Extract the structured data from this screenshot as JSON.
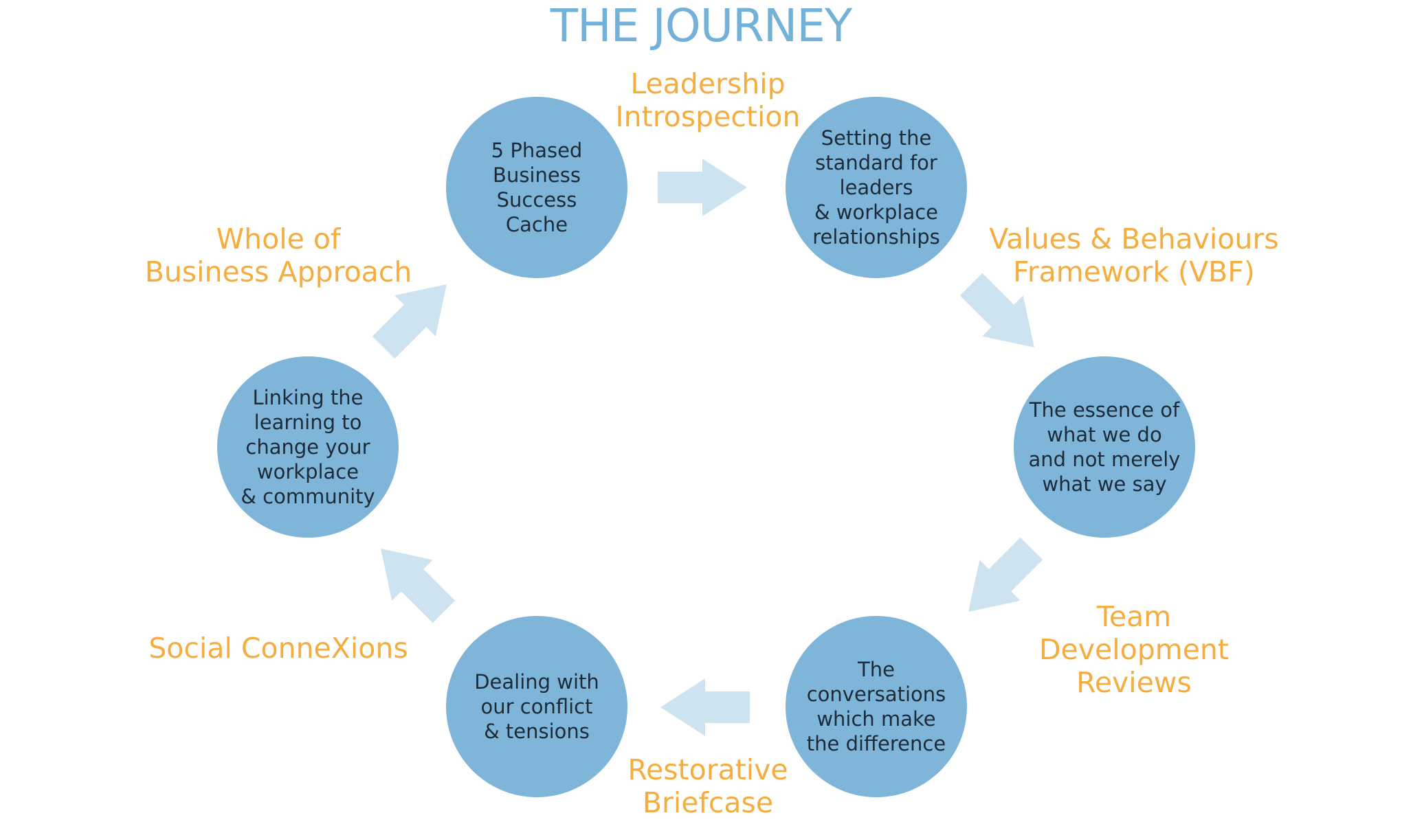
{
  "title": "THE JOURNEY",
  "colors": {
    "title": "#74b1d8",
    "circle_fill": "#7fb5d8",
    "circle_text": "#1b2b3a",
    "phase_label": "#f5ad3f",
    "arrow": "#cde3f0"
  },
  "circles": [
    {
      "text": "5 Phased\nBusiness Success\nCache"
    },
    {
      "text": "Setting the\nstandard for\nleaders\n& workplace\nrelationships"
    },
    {
      "text": "The essence of\nwhat we do\nand not merely\nwhat we say"
    },
    {
      "text": "The conversations\nwhich make\nthe difference"
    },
    {
      "text": "Dealing with\nour conflict\n& tensions"
    },
    {
      "text": "Linking the\nlearning to\nchange your\nworkplace\n& community"
    }
  ],
  "phases": [
    {
      "label": "Leadership\nIntrospection"
    },
    {
      "label": "Values & Behaviours\nFramework (VBF)"
    },
    {
      "label": "Team\nDevelopment\nReviews"
    },
    {
      "label": "Restorative\nBriefcase"
    },
    {
      "label": "Social ConneXions"
    },
    {
      "label": "Whole of\nBusiness Approach"
    }
  ]
}
